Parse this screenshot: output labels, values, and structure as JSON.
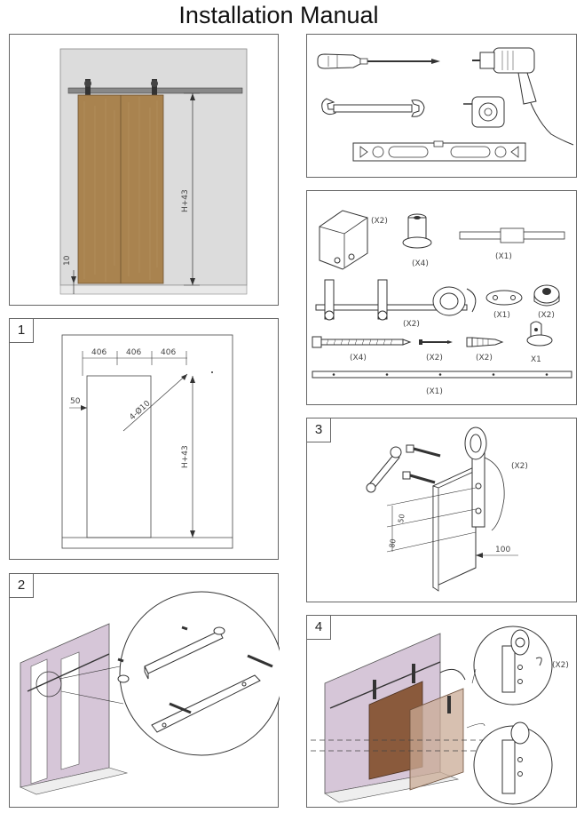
{
  "title": "Installation Manual",
  "overview": {
    "dim_height": "H+43",
    "dim_floor": "10"
  },
  "tools": {
    "items": [
      "screwdriver",
      "drill",
      "wrench",
      "tape-measure",
      "spirit-level"
    ]
  },
  "parts": {
    "bracket_qty": "(X2)",
    "roller_qty": "(X4)",
    "track_stop_qty": "(X1)",
    "hanger_qty": "(X2)",
    "spacer_plate_qty": "(X1)",
    "stopper_qty": "(X2)",
    "lag_bolt_qty": "(X4)",
    "screw_qty": "(X2)",
    "anchor_qty": "(X2)",
    "floor_guide_qty": "X1",
    "rail_qty": "(X1)"
  },
  "step1": {
    "number": "1",
    "dim_a": "406",
    "dim_b": "406",
    "dim_c": "406",
    "dim_side": "50",
    "hole_note": "4-Ø10",
    "dim_height": "H+43"
  },
  "step2": {
    "number": "2"
  },
  "step3": {
    "number": "3",
    "qty": "(X2)",
    "dim_a": "50",
    "dim_b": "80",
    "dim_c": "100"
  },
  "step4": {
    "number": "4",
    "qty": "(X2)"
  },
  "colors": {
    "door_wood": "#a9834f",
    "wall": "#d6c6d8",
    "panel_border": "#666666",
    "floor": "#e6e6e6"
  }
}
